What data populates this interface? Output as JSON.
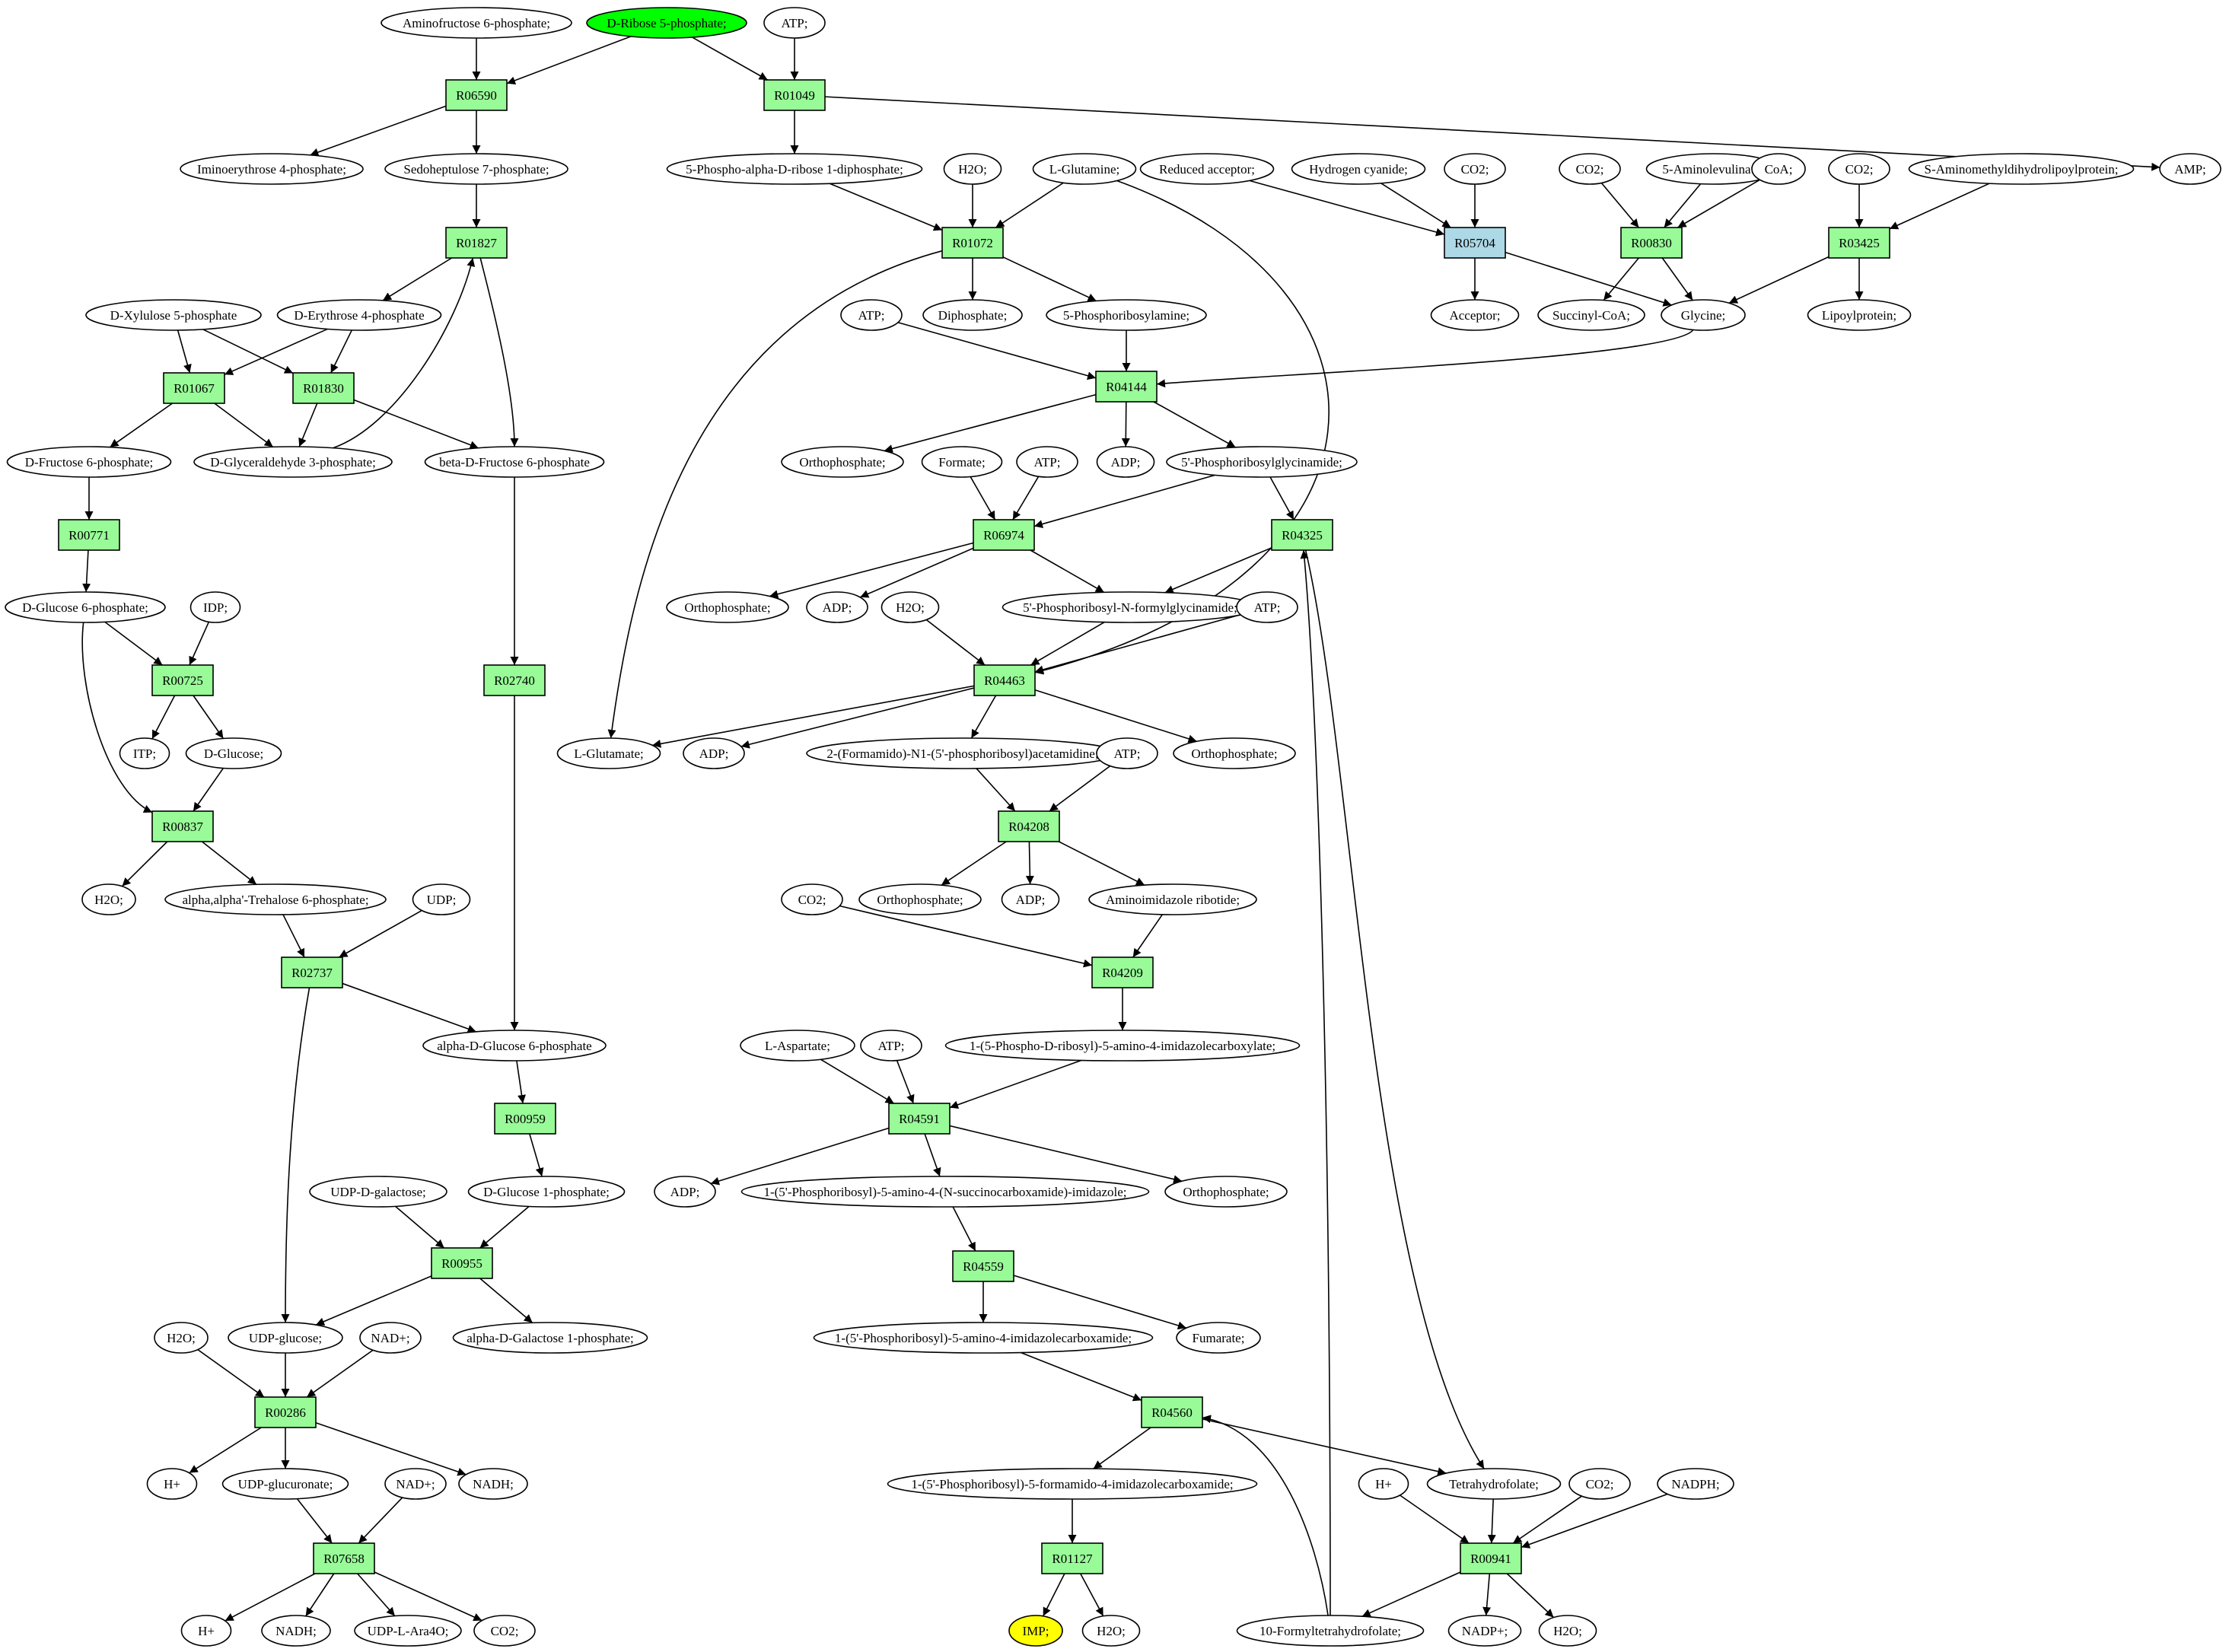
{
  "colors": {
    "reaction": "#98fb98",
    "reaction_alt": "#add8e6",
    "source": "#00ff00",
    "target": "#ffff00",
    "metabolite": "#ffffff"
  },
  "reactions": [
    {
      "id": "R06590",
      "label": "R06590"
    },
    {
      "id": "R01049",
      "label": "R01049"
    },
    {
      "id": "R01827",
      "label": "R01827"
    },
    {
      "id": "R01067",
      "label": "R01067"
    },
    {
      "id": "R01830",
      "label": "R01830"
    },
    {
      "id": "R00771",
      "label": "R00771"
    },
    {
      "id": "R00725",
      "label": "R00725"
    },
    {
      "id": "R00837",
      "label": "R00837"
    },
    {
      "id": "R02740",
      "label": "R02740"
    },
    {
      "id": "R02737",
      "label": "R02737"
    },
    {
      "id": "R00959",
      "label": "R00959"
    },
    {
      "id": "R00955",
      "label": "R00955"
    },
    {
      "id": "R00286",
      "label": "R00286"
    },
    {
      "id": "R07658",
      "label": "R07658"
    },
    {
      "id": "R01072",
      "label": "R01072"
    },
    {
      "id": "R05704",
      "label": "R05704",
      "alt": true
    },
    {
      "id": "R00830",
      "label": "R00830"
    },
    {
      "id": "R03425",
      "label": "R03425"
    },
    {
      "id": "R04144",
      "label": "R04144"
    },
    {
      "id": "R06974",
      "label": "R06974"
    },
    {
      "id": "R04325",
      "label": "R04325"
    },
    {
      "id": "R04463",
      "label": "R04463"
    },
    {
      "id": "R04208",
      "label": "R04208"
    },
    {
      "id": "R04209",
      "label": "R04209"
    },
    {
      "id": "R04591",
      "label": "R04591"
    },
    {
      "id": "R04559",
      "label": "R04559"
    },
    {
      "id": "R04560",
      "label": "R04560"
    },
    {
      "id": "R01127",
      "label": "R01127"
    },
    {
      "id": "R00941",
      "label": "R00941"
    }
  ],
  "metabolites": [
    {
      "id": "aminofructose6p",
      "label": "Aminofructose 6-phosphate;"
    },
    {
      "id": "dribose5p",
      "label": "D-Ribose 5-phosphate;",
      "role": "source"
    },
    {
      "id": "atp_top",
      "label": "ATP;"
    },
    {
      "id": "iminoerythrose4p",
      "label": "Iminoerythrose 4-phosphate;"
    },
    {
      "id": "sedoheptulose7p",
      "label": "Sedoheptulose 7-phosphate;"
    },
    {
      "id": "prpp",
      "label": "5-Phospho-alpha-D-ribose 1-diphosphate;"
    },
    {
      "id": "amp",
      "label": "AMP;"
    },
    {
      "id": "dxylulose5p",
      "label": "D-Xylulose 5-phosphate"
    },
    {
      "id": "derythrose4p",
      "label": "D-Erythrose 4-phosphate"
    },
    {
      "id": "dfructose6p",
      "label": "D-Fructose 6-phosphate;"
    },
    {
      "id": "dga3p",
      "label": "D-Glyceraldehyde 3-phosphate;"
    },
    {
      "id": "betadf6p",
      "label": "beta-D-Fructose 6-phosphate"
    },
    {
      "id": "dglucose6p",
      "label": "D-Glucose 6-phosphate;"
    },
    {
      "id": "idp",
      "label": "IDP;"
    },
    {
      "id": "itp",
      "label": "ITP;"
    },
    {
      "id": "dglucose",
      "label": "D-Glucose;"
    },
    {
      "id": "h2o_r00837",
      "label": "H2O;"
    },
    {
      "id": "trehalose6p",
      "label": "alpha,alpha'-Trehalose 6-phosphate;"
    },
    {
      "id": "udp",
      "label": "UDP;"
    },
    {
      "id": "adg6p",
      "label": "alpha-D-Glucose 6-phosphate"
    },
    {
      "id": "udpgalactose",
      "label": "UDP-D-galactose;"
    },
    {
      "id": "dglucose1p",
      "label": "D-Glucose 1-phosphate;"
    },
    {
      "id": "h2o_r00286",
      "label": "H2O;"
    },
    {
      "id": "udpglucose",
      "label": "UDP-glucose;"
    },
    {
      "id": "nadp_r00286",
      "label": "NAD+;"
    },
    {
      "id": "adgal1p",
      "label": "alpha-D-Galactose 1-phosphate;"
    },
    {
      "id": "hplus_r00286",
      "label": "H+"
    },
    {
      "id": "udpglucuronate",
      "label": "UDP-glucuronate;"
    },
    {
      "id": "nadh_r00286",
      "label": "NADH;"
    },
    {
      "id": "nadp_r07658",
      "label": "NAD+;"
    },
    {
      "id": "hplus_r07658",
      "label": "H+"
    },
    {
      "id": "nadh_r07658",
      "label": "NADH;"
    },
    {
      "id": "udplara4o",
      "label": "UDP-L-Ara4O;"
    },
    {
      "id": "co2_r07658",
      "label": "CO2;"
    },
    {
      "id": "h2o_r01072",
      "label": "H2O;"
    },
    {
      "id": "lglutamine",
      "label": "L-Glutamine;"
    },
    {
      "id": "reducedacceptor",
      "label": "Reduced acceptor;"
    },
    {
      "id": "hcn",
      "label": "Hydrogen cyanide;"
    },
    {
      "id": "co2_r05704",
      "label": "CO2;"
    },
    {
      "id": "co2_r00830",
      "label": "CO2;"
    },
    {
      "id": "aminolevulinate",
      "label": "5-Aminolevulinate;"
    },
    {
      "id": "coa",
      "label": "CoA;"
    },
    {
      "id": "co2_r03425",
      "label": "CO2;"
    },
    {
      "id": "samdlp",
      "label": "S-Aminomethyldihydrolipoylprotein;"
    },
    {
      "id": "diphosphate",
      "label": "Diphosphate;"
    },
    {
      "id": "prablamine",
      "label": "5-Phosphoribosylamine;"
    },
    {
      "id": "acceptor",
      "label": "Acceptor;"
    },
    {
      "id": "succinylcoa",
      "label": "Succinyl-CoA;"
    },
    {
      "id": "glycine",
      "label": "Glycine;"
    },
    {
      "id": "lipoylprotein",
      "label": "Lipoylprotein;"
    },
    {
      "id": "atp_r04144",
      "label": "ATP;"
    },
    {
      "id": "pi_r04144",
      "label": "Orthophosphate;"
    },
    {
      "id": "adp_r04144",
      "label": "ADP;"
    },
    {
      "id": "gar",
      "label": "5'-Phosphoribosylglycinamide;"
    },
    {
      "id": "formate",
      "label": "Formate;"
    },
    {
      "id": "atp_r06974",
      "label": "ATP;"
    },
    {
      "id": "pi_r06974",
      "label": "Orthophosphate;"
    },
    {
      "id": "adp_r06974",
      "label": "ADP;"
    },
    {
      "id": "h2o_r04463",
      "label": "H2O;"
    },
    {
      "id": "fgar",
      "label": "5'-Phosphoribosyl-N-formylglycinamide;"
    },
    {
      "id": "atp_r04463",
      "label": "ATP;"
    },
    {
      "id": "lglutamate",
      "label": "L-Glutamate;"
    },
    {
      "id": "adp_r04463",
      "label": "ADP;"
    },
    {
      "id": "fgam",
      "label": "2-(Formamido)-N1-(5'-phosphoribosyl)acetamidine;"
    },
    {
      "id": "atp_r04208",
      "label": "ATP;"
    },
    {
      "id": "pi_r04463",
      "label": "Orthophosphate;"
    },
    {
      "id": "pi_r04208",
      "label": "Orthophosphate;"
    },
    {
      "id": "adp_r04208",
      "label": "ADP;"
    },
    {
      "id": "air",
      "label": "Aminoimidazole ribotide;"
    },
    {
      "id": "co2_r04209",
      "label": "CO2;"
    },
    {
      "id": "cair",
      "label": "1-(5-Phospho-D-ribosyl)-5-amino-4-imidazolecarboxylate;"
    },
    {
      "id": "laspartate",
      "label": "L-Aspartate;"
    },
    {
      "id": "atp_r04591",
      "label": "ATP;"
    },
    {
      "id": "adp_r04591",
      "label": "ADP;"
    },
    {
      "id": "saicar",
      "label": "1-(5'-Phosphoribosyl)-5-amino-4-(N-succinocarboxamide)-imidazole;"
    },
    {
      "id": "pi_r04591",
      "label": "Orthophosphate;"
    },
    {
      "id": "aicar",
      "label": "1-(5'-Phosphoribosyl)-5-amino-4-imidazolecarboxamide;"
    },
    {
      "id": "fumarate",
      "label": "Fumarate;"
    },
    {
      "id": "faicar",
      "label": "1-(5'-Phosphoribosyl)-5-formamido-4-imidazolecarboxamide;"
    },
    {
      "id": "hplus_r00941",
      "label": "H+"
    },
    {
      "id": "thf",
      "label": "Tetrahydrofolate;"
    },
    {
      "id": "co2_r00941",
      "label": "CO2;"
    },
    {
      "id": "nadph",
      "label": "NADPH;"
    },
    {
      "id": "imp",
      "label": "IMP;",
      "role": "target"
    },
    {
      "id": "h2o_r01127",
      "label": "H2O;"
    },
    {
      "id": "formylthf",
      "label": "10-Formyltetrahydrofolate;"
    },
    {
      "id": "nadp_r00941",
      "label": "NADP+;"
    },
    {
      "id": "h2o_r00941",
      "label": "H2O;"
    }
  ],
  "edges": [
    [
      "aminofructose6p",
      "R06590"
    ],
    [
      "dribose5p",
      "R06590"
    ],
    [
      "R06590",
      "iminoerythrose4p"
    ],
    [
      "R06590",
      "sedoheptulose7p"
    ],
    [
      "dribose5p",
      "R01049"
    ],
    [
      "atp_top",
      "R01049"
    ],
    [
      "R01049",
      "prpp"
    ],
    [
      "R01049",
      "amp"
    ],
    [
      "sedoheptulose7p",
      "R01827"
    ],
    [
      "dga3p",
      "R01827"
    ],
    [
      "R01827",
      "derythrose4p"
    ],
    [
      "R01827",
      "betadf6p"
    ],
    [
      "dxylulose5p",
      "R01830"
    ],
    [
      "derythrose4p",
      "R01830"
    ],
    [
      "R01830",
      "dga3p"
    ],
    [
      "R01830",
      "betadf6p"
    ],
    [
      "dxylulose5p",
      "R01067"
    ],
    [
      "derythrose4p",
      "R01067"
    ],
    [
      "R01067",
      "dfructose6p"
    ],
    [
      "R01067",
      "dga3p"
    ],
    [
      "dfructose6p",
      "R00771"
    ],
    [
      "R00771",
      "dglucose6p"
    ],
    [
      "dglucose6p",
      "R00725"
    ],
    [
      "idp",
      "R00725"
    ],
    [
      "R00725",
      "itp"
    ],
    [
      "R00725",
      "dglucose"
    ],
    [
      "dglucose6p",
      "R00837"
    ],
    [
      "dglucose",
      "R00837"
    ],
    [
      "R00837",
      "h2o_r00837"
    ],
    [
      "R00837",
      "trehalose6p"
    ],
    [
      "betadf6p",
      "R02740"
    ],
    [
      "R02740",
      "adg6p"
    ],
    [
      "trehalose6p",
      "R02737"
    ],
    [
      "udp",
      "R02737"
    ],
    [
      "R02737",
      "adg6p"
    ],
    [
      "R02737",
      "udpglucose"
    ],
    [
      "adg6p",
      "R00959"
    ],
    [
      "R00959",
      "dglucose1p"
    ],
    [
      "udpgalactose",
      "R00955"
    ],
    [
      "dglucose1p",
      "R00955"
    ],
    [
      "R00955",
      "udpglucose"
    ],
    [
      "R00955",
      "adgal1p"
    ],
    [
      "h2o_r00286",
      "R00286"
    ],
    [
      "udpglucose",
      "R00286"
    ],
    [
      "nadp_r00286",
      "R00286"
    ],
    [
      "R00286",
      "hplus_r00286"
    ],
    [
      "R00286",
      "udpglucuronate"
    ],
    [
      "R00286",
      "nadh_r00286"
    ],
    [
      "udpglucuronate",
      "R07658"
    ],
    [
      "nadp_r07658",
      "R07658"
    ],
    [
      "R07658",
      "hplus_r07658"
    ],
    [
      "R07658",
      "nadh_r07658"
    ],
    [
      "R07658",
      "udplara4o"
    ],
    [
      "R07658",
      "co2_r07658"
    ],
    [
      "prpp",
      "R01072"
    ],
    [
      "h2o_r01072",
      "R01072"
    ],
    [
      "lglutamine",
      "R01072"
    ],
    [
      "R01072",
      "diphosphate"
    ],
    [
      "R01072",
      "prablamine"
    ],
    [
      "R01072",
      "lglutamate"
    ],
    [
      "reducedacceptor",
      "R05704"
    ],
    [
      "hcn",
      "R05704"
    ],
    [
      "co2_r05704",
      "R05704"
    ],
    [
      "R05704",
      "acceptor"
    ],
    [
      "R05704",
      "glycine"
    ],
    [
      "co2_r00830",
      "R00830"
    ],
    [
      "aminolevulinate",
      "R00830"
    ],
    [
      "coa",
      "R00830"
    ],
    [
      "R00830",
      "succinylcoa"
    ],
    [
      "R00830",
      "glycine"
    ],
    [
      "co2_r03425",
      "R03425"
    ],
    [
      "samdlp",
      "R03425"
    ],
    [
      "R03425",
      "glycine"
    ],
    [
      "R03425",
      "lipoylprotein"
    ],
    [
      "atp_r04144",
      "R04144"
    ],
    [
      "prablamine",
      "R04144"
    ],
    [
      "glycine",
      "R04144"
    ],
    [
      "R04144",
      "pi_r04144"
    ],
    [
      "R04144",
      "adp_r04144"
    ],
    [
      "R04144",
      "gar"
    ],
    [
      "formate",
      "R06974"
    ],
    [
      "atp_r06974",
      "R06974"
    ],
    [
      "gar",
      "R06974"
    ],
    [
      "R06974",
      "pi_r06974"
    ],
    [
      "R06974",
      "adp_r06974"
    ],
    [
      "R06974",
      "fgar"
    ],
    [
      "gar",
      "R04325"
    ],
    [
      "formylthf",
      "R04325"
    ],
    [
      "R04325",
      "fgar"
    ],
    [
      "R04325",
      "thf"
    ],
    [
      "h2o_r04463",
      "R04463"
    ],
    [
      "fgar",
      "R04463"
    ],
    [
      "atp_r04463",
      "R04463"
    ],
    [
      "lglutamine",
      "R04463"
    ],
    [
      "R04463",
      "lglutamate"
    ],
    [
      "R04463",
      "adp_r04463"
    ],
    [
      "R04463",
      "fgam"
    ],
    [
      "R04463",
      "pi_r04463"
    ],
    [
      "fgam",
      "R04208"
    ],
    [
      "atp_r04208",
      "R04208"
    ],
    [
      "R04208",
      "pi_r04208"
    ],
    [
      "R04208",
      "adp_r04208"
    ],
    [
      "R04208",
      "air"
    ],
    [
      "co2_r04209",
      "R04209"
    ],
    [
      "air",
      "R04209"
    ],
    [
      "R04209",
      "cair"
    ],
    [
      "laspartate",
      "R04591"
    ],
    [
      "atp_r04591",
      "R04591"
    ],
    [
      "cair",
      "R04591"
    ],
    [
      "R04591",
      "adp_r04591"
    ],
    [
      "R04591",
      "saicar"
    ],
    [
      "R04591",
      "pi_r04591"
    ],
    [
      "saicar",
      "R04559"
    ],
    [
      "R04559",
      "aicar"
    ],
    [
      "R04559",
      "fumarate"
    ],
    [
      "aicar",
      "R04560"
    ],
    [
      "formylthf",
      "R04560"
    ],
    [
      "R04560",
      "faicar"
    ],
    [
      "R04560",
      "thf"
    ],
    [
      "faicar",
      "R01127"
    ],
    [
      "R01127",
      "imp"
    ],
    [
      "R01127",
      "h2o_r01127"
    ],
    [
      "hplus_r00941",
      "R00941"
    ],
    [
      "thf",
      "R00941"
    ],
    [
      "co2_r00941",
      "R00941"
    ],
    [
      "nadph",
      "R00941"
    ],
    [
      "R00941",
      "formylthf"
    ],
    [
      "R00941",
      "nadp_r00941"
    ],
    [
      "R00941",
      "h2o_r00941"
    ]
  ]
}
